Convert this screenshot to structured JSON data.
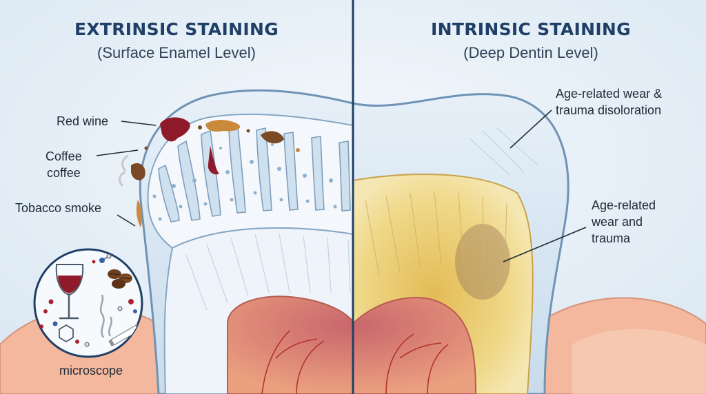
{
  "left_panel": {
    "title": "EXTRINSIC STAINING",
    "subtitle": "(Surface Enamel Level)",
    "labels": {
      "red_wine": "Red wine",
      "coffee_1": "Coffee",
      "coffee_2": "coffee",
      "tobacco": "Tobacco smoke",
      "microscope": "microscope"
    }
  },
  "right_panel": {
    "title": "INTRINSIC STAINING",
    "subtitle": "(Deep Dentin Level)",
    "labels": {
      "wear_discoloration_1": "Age-related wear &",
      "wear_discoloration_2": "trauma disoloration",
      "wear_trauma_1": "Age-related",
      "wear_trauma_2": "wear and",
      "wear_trauma_3": "trauma"
    }
  },
  "colors": {
    "background": "#e8f1f8",
    "title": "#1f3f66",
    "enamel": "#d8e7f3",
    "dentin_healthy": "#eef4fa",
    "dentin_stained": "#ecd27a",
    "pulp": "#e98f78",
    "gum": "#f2b59a",
    "wine": "#8e1a2a",
    "coffee": "#7a4a26",
    "tobacco": "#c98a3c"
  },
  "icons": [
    "wine-glass-icon",
    "coffee-bean-icon",
    "cigarette-icon",
    "molecule-icon",
    "smoke-icon"
  ]
}
